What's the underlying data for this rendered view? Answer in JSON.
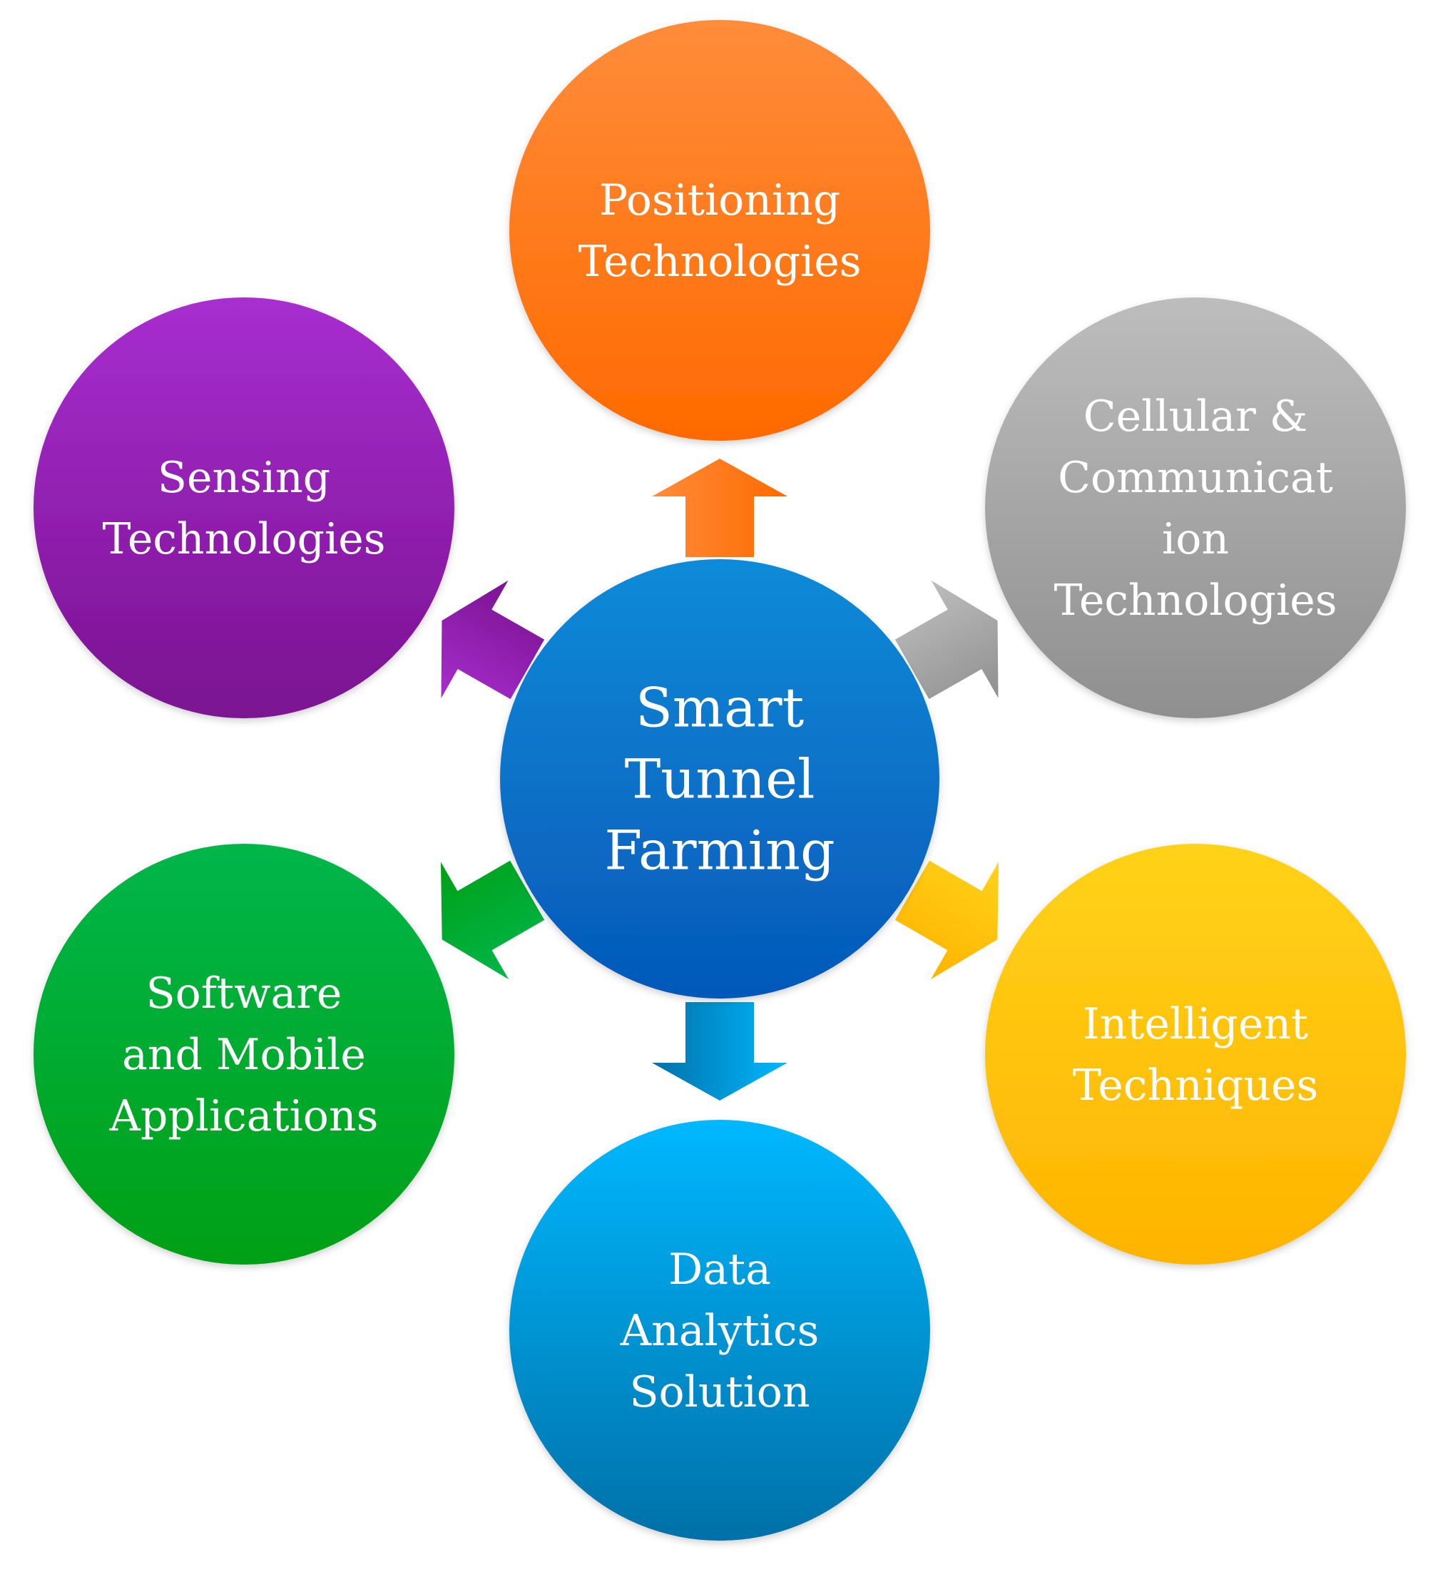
{
  "center": {
    "lines": [
      "Smart",
      "Tunnel",
      "Farming"
    ],
    "color_top": "#0d8bd9",
    "color_bottom": "#0558b8"
  },
  "nodes": [
    {
      "id": "positioning",
      "lines": [
        "Positioning",
        "Technologies"
      ],
      "color_top": "#ff8c3a",
      "color_bottom": "#ff6a00"
    },
    {
      "id": "cellular",
      "lines": [
        "Cellular &",
        "Communicat",
        "ion",
        "Technologies"
      ],
      "color_top": "#bdbdbd",
      "color_bottom": "#8f8f8f"
    },
    {
      "id": "intelligent",
      "lines": [
        "Intelligent",
        "Techniques"
      ],
      "color_top": "#ffd21a",
      "color_bottom": "#ffb400"
    },
    {
      "id": "data-analytics",
      "lines": [
        "Data",
        "Analytics",
        "Solution"
      ],
      "color_top": "#00b8ff",
      "color_bottom": "#0070a8"
    },
    {
      "id": "software",
      "lines": [
        "Software",
        "and Mobile",
        "Applications"
      ],
      "color_top": "#00b64a",
      "color_bottom": "#00a016"
    },
    {
      "id": "sensing",
      "lines": [
        "Sensing",
        "Technologies"
      ],
      "color_top": "#a82ed0",
      "color_bottom": "#7a1290"
    }
  ]
}
